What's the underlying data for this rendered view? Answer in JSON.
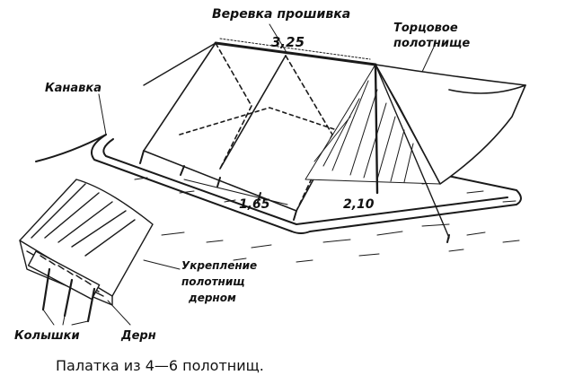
{
  "labels": {
    "rope": "Веревка прошивка",
    "end_panel_line1": "Торцовое",
    "end_panel_line2": "полотнище",
    "ditch": "Канавка",
    "dim_length": "3,25",
    "dim_width": "1,65",
    "dim_depth": "2,10",
    "reinforce_line1": "Укрепление",
    "reinforce_line2": "полотнищ",
    "reinforce_line3": "дерном",
    "pegs": "Колышки",
    "turf": "Дерн"
  },
  "caption": "Палатка из 4—6 полотнищ.",
  "colors": {
    "ink": "#1a1a1a",
    "background": "#ffffff"
  }
}
